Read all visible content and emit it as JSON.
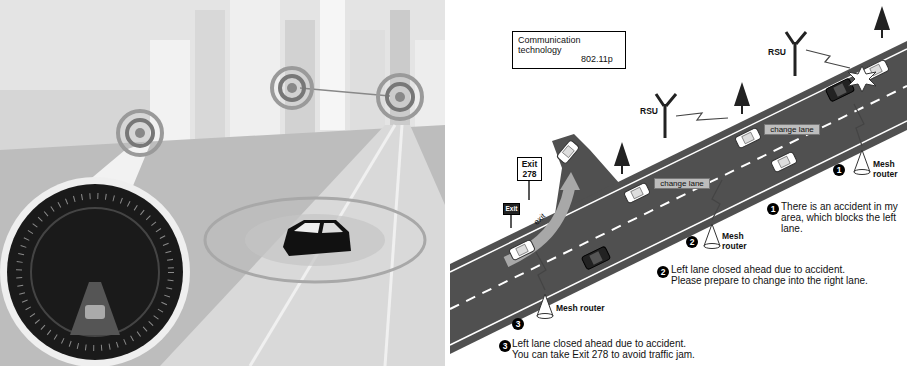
{
  "diagram": {
    "nodes": [
      {
        "text": [
          "Communication technology",
          "802.11p"
        ]
      },
      {
        "text": [
          "change lane"
        ]
      },
      {
        "text": [
          "change lane"
        ]
      },
      {
        "text": [
          "Exit 278"
        ]
      },
      {
        "text": [
          "Exit"
        ]
      }
    ],
    "labels": [
      "RSU",
      "RSU",
      "exit",
      "1",
      "Mesh router",
      "2",
      "Mesh router",
      "3",
      "Mesh router",
      "1",
      "There is an accident in my area, which blocks the left lane.",
      "2",
      "Left lane closed ahead due to accident. Please prepare to change into the right lane.",
      "3",
      "Left lane closed ahead due to accident. You can take Exit 278 to avoid traffic jam."
    ]
  }
}
